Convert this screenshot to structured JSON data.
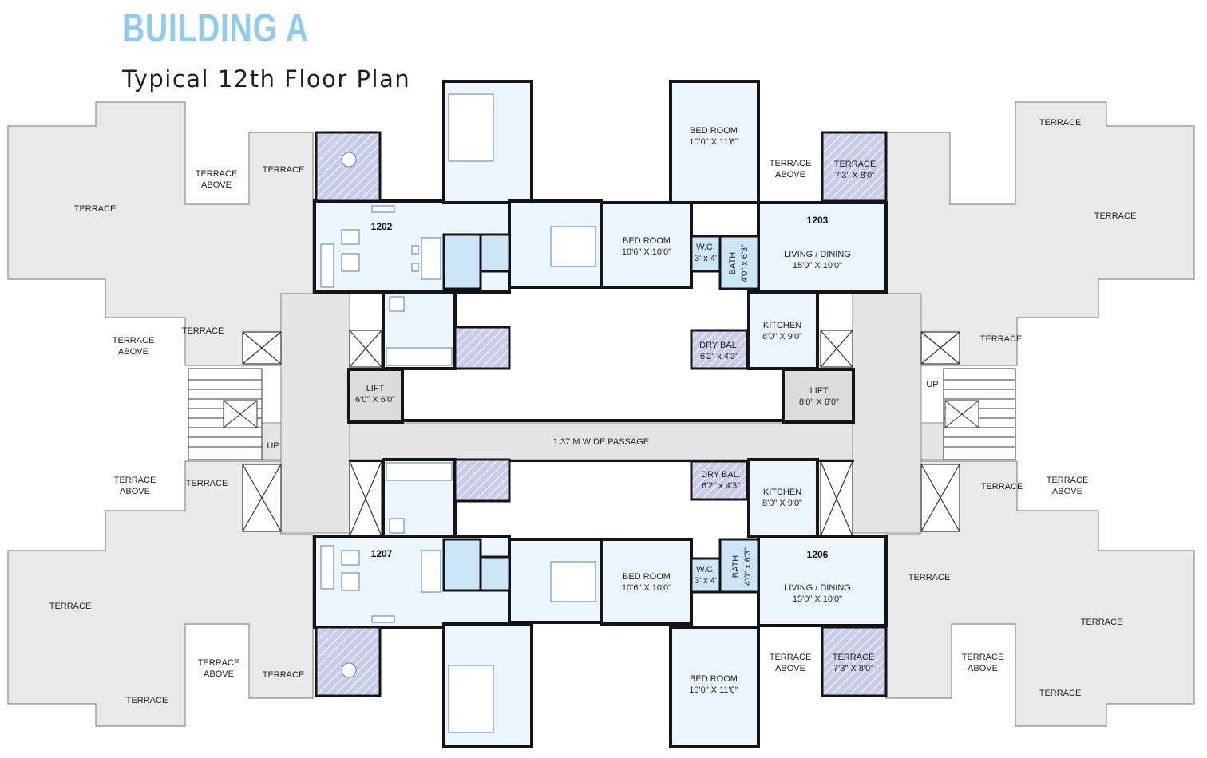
{
  "header": {
    "title": "BUILDING A",
    "subtitle": "Typical 12th Floor Plan"
  },
  "colors": {
    "title": "#8ecbee",
    "wall": "#141414",
    "room_fill": "#eaf5fd",
    "bath_fill": "#cde6f7",
    "balcony_fill": "#c9cdea",
    "terrace_fill": "#e9e9e9",
    "passage_fill": "#e4e4e4",
    "lift_fill": "#dcdcdc"
  },
  "labels": {
    "terrace": "TERRACE",
    "terrace_above": [
      "TERRACE",
      "ABOVE"
    ],
    "passage": "1.37 M WIDE PASSAGE",
    "up": "UP",
    "lift_a": [
      "LIFT",
      "6'0\" X 6'0\""
    ],
    "lift_b": [
      "LIFT",
      "8'0\" X 6'0\""
    ],
    "bed_room_large": [
      "BED ROOM",
      "10'0\" X 11'6\""
    ],
    "bed_room_small": [
      "BED ROOM",
      "10'6\" X 10'0\""
    ],
    "terrace_small": [
      "TERRACE",
      "7'3\" X 8'0\""
    ],
    "wc": [
      "W.C.",
      "3' x 4'"
    ],
    "bath": [
      "BATH",
      "4'0\" x 6'3\""
    ],
    "living": [
      "LIVING / DINING",
      "15'0\" X 10'0\""
    ],
    "kitchen": [
      "KITCHEN",
      "8'0\" X 9'0\""
    ],
    "dry_balcony": [
      "DRY BAL.",
      "6'2\" x 4'3\""
    ]
  },
  "units": {
    "u1202": "1202",
    "u1203": "1203",
    "u1206": "1206",
    "u1207": "1207"
  }
}
